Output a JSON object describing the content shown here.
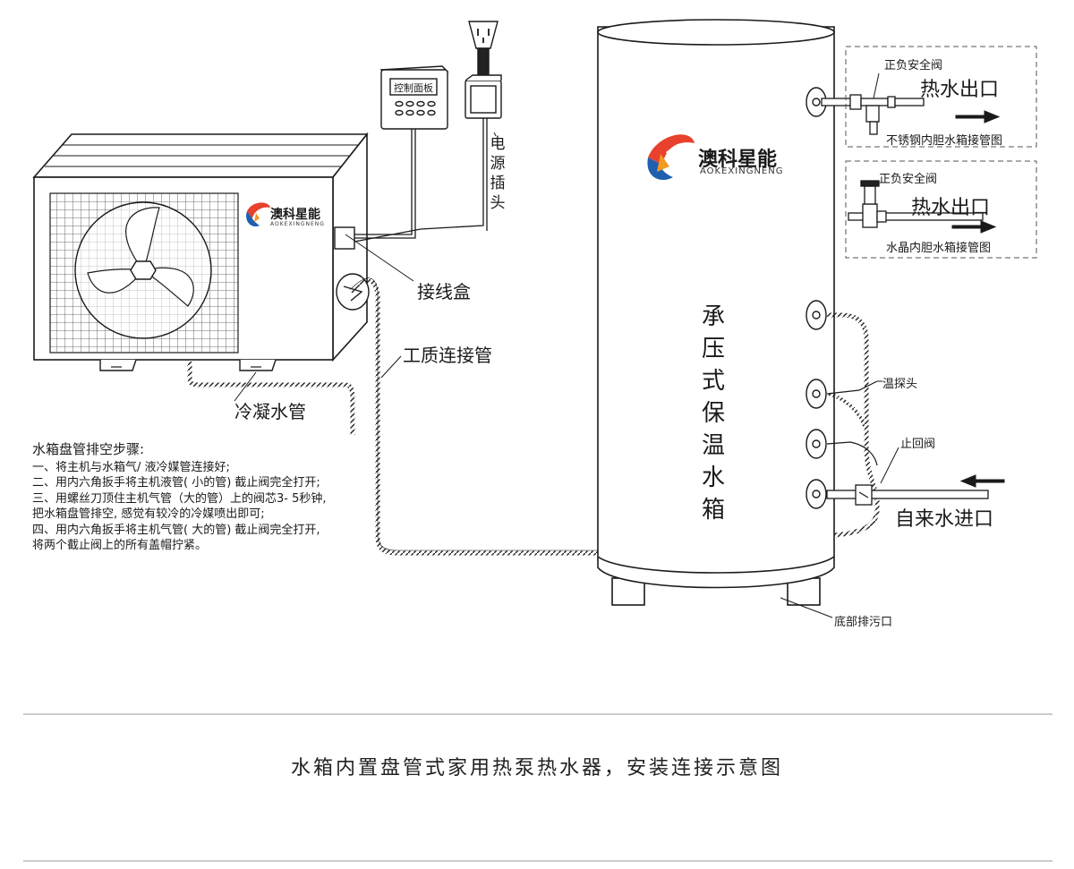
{
  "brand": {
    "name_cn": "澳科星能",
    "name_en": "AOKEXINGNENG"
  },
  "labels": {
    "control_panel": "控制面板",
    "power_plug": "电源插头",
    "junction_box": "接线盒",
    "working_fluid_pipe": "工质连接管",
    "condensate_pipe": "冷凝水管",
    "tank_name": "承压式保温水箱",
    "hot_water_outlet": "热水出口",
    "safety_valve": "正负安全阀",
    "stainless_liner_piping": "不锈钢内胆水箱接管图",
    "crystal_liner_piping": "水晶内胆水箱接管图",
    "temp_probe": "温探头",
    "check_valve": "止回阀",
    "tap_water_inlet": "自来水进口",
    "bottom_drain": "底部排污口"
  },
  "steps": {
    "title": "水箱盘管排空步骤:",
    "lines": [
      "一、将主机与水箱气/ 液冷媒管连接好;",
      "二、用内六角扳手将主机液管( 小的管) 截止阀完全打开;",
      "三、用螺丝刀顶住主机气管（大的管）上的阀芯3- 5秒钟,",
      "把水箱盘管排空, 感觉有较冷的冷媒喷出即可;",
      "四、用内六角扳手将主机气管( 大的管) 截止阀完全打开,",
      "将两个截止阀上的所有盖帽拧紧。"
    ]
  },
  "caption": "水箱内置盘管式家用热泵热水器，安装连接示意图",
  "colors": {
    "line": "#1a1a1a",
    "logo_red": "#e8412c",
    "logo_blue": "#1f5fb0",
    "logo_orange": "#f29a1f",
    "separator": "#9a9a9a"
  }
}
